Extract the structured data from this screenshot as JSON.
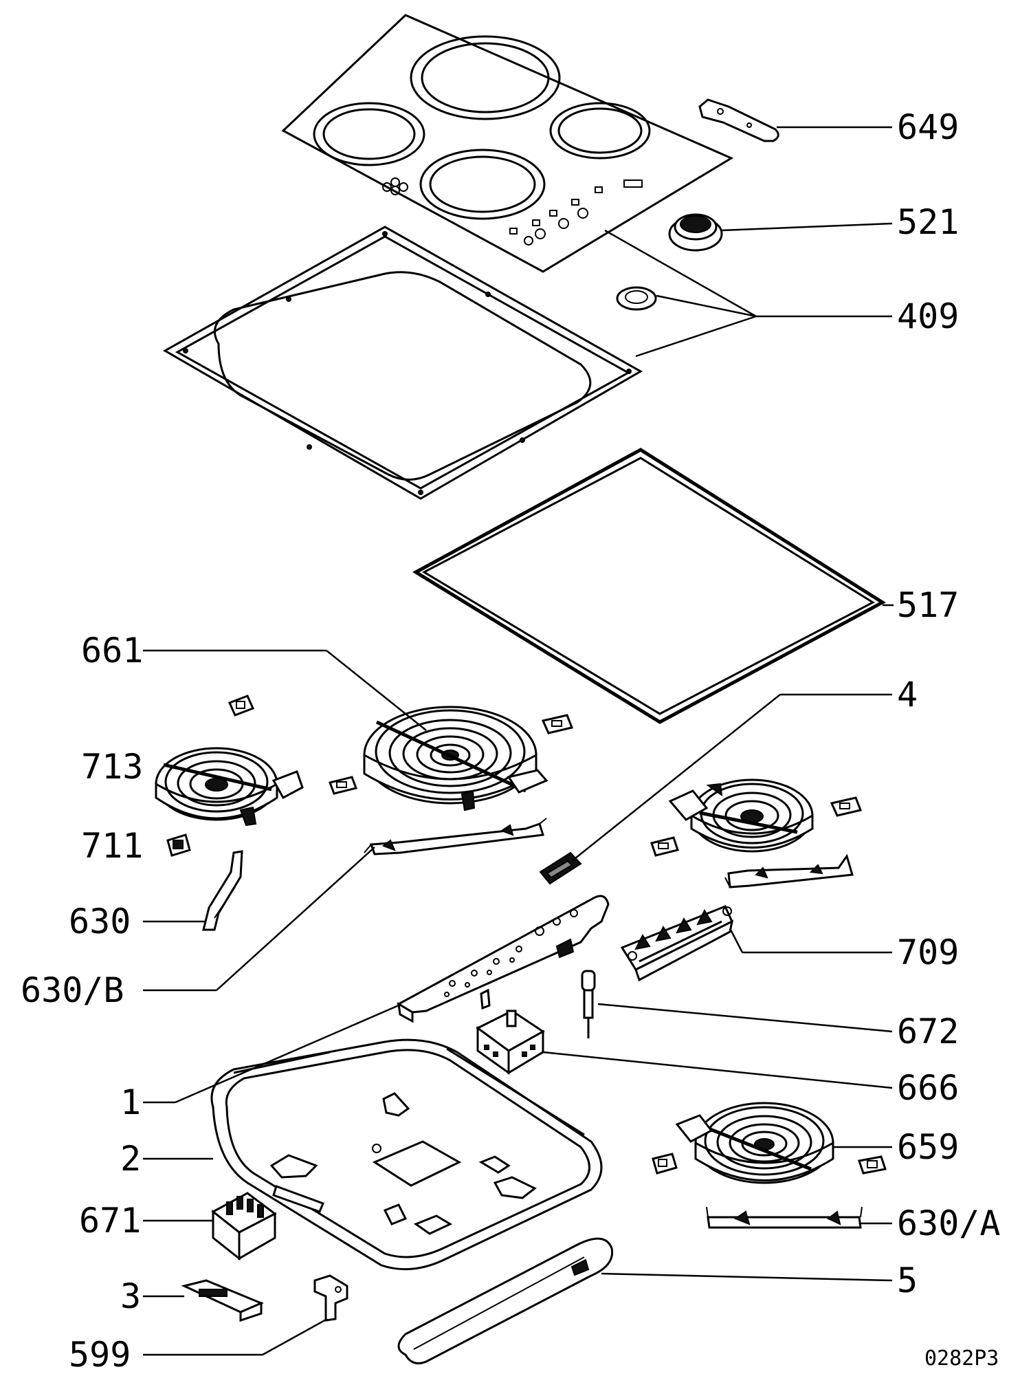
{
  "diagram": {
    "callouts": [
      "649",
      "521",
      "409",
      "517",
      "661",
      "4",
      "713",
      "711",
      "630",
      "630/B",
      "709",
      "672",
      "1",
      "666",
      "2",
      "659",
      "671",
      "630/A",
      "3",
      "5",
      "599"
    ],
    "reference_code": "0282P3"
  },
  "colors": {
    "line": "#000000",
    "background": "#ffffff",
    "shade": "#888888"
  },
  "icons": [
    "hob-glass-top-icon",
    "control-knob-icon",
    "grommet-icon",
    "clamp-bracket-icon",
    "gasket-icon",
    "heating-element-icon",
    "thermostat-icon",
    "switch-icon",
    "terminal-block-icon"
  ]
}
